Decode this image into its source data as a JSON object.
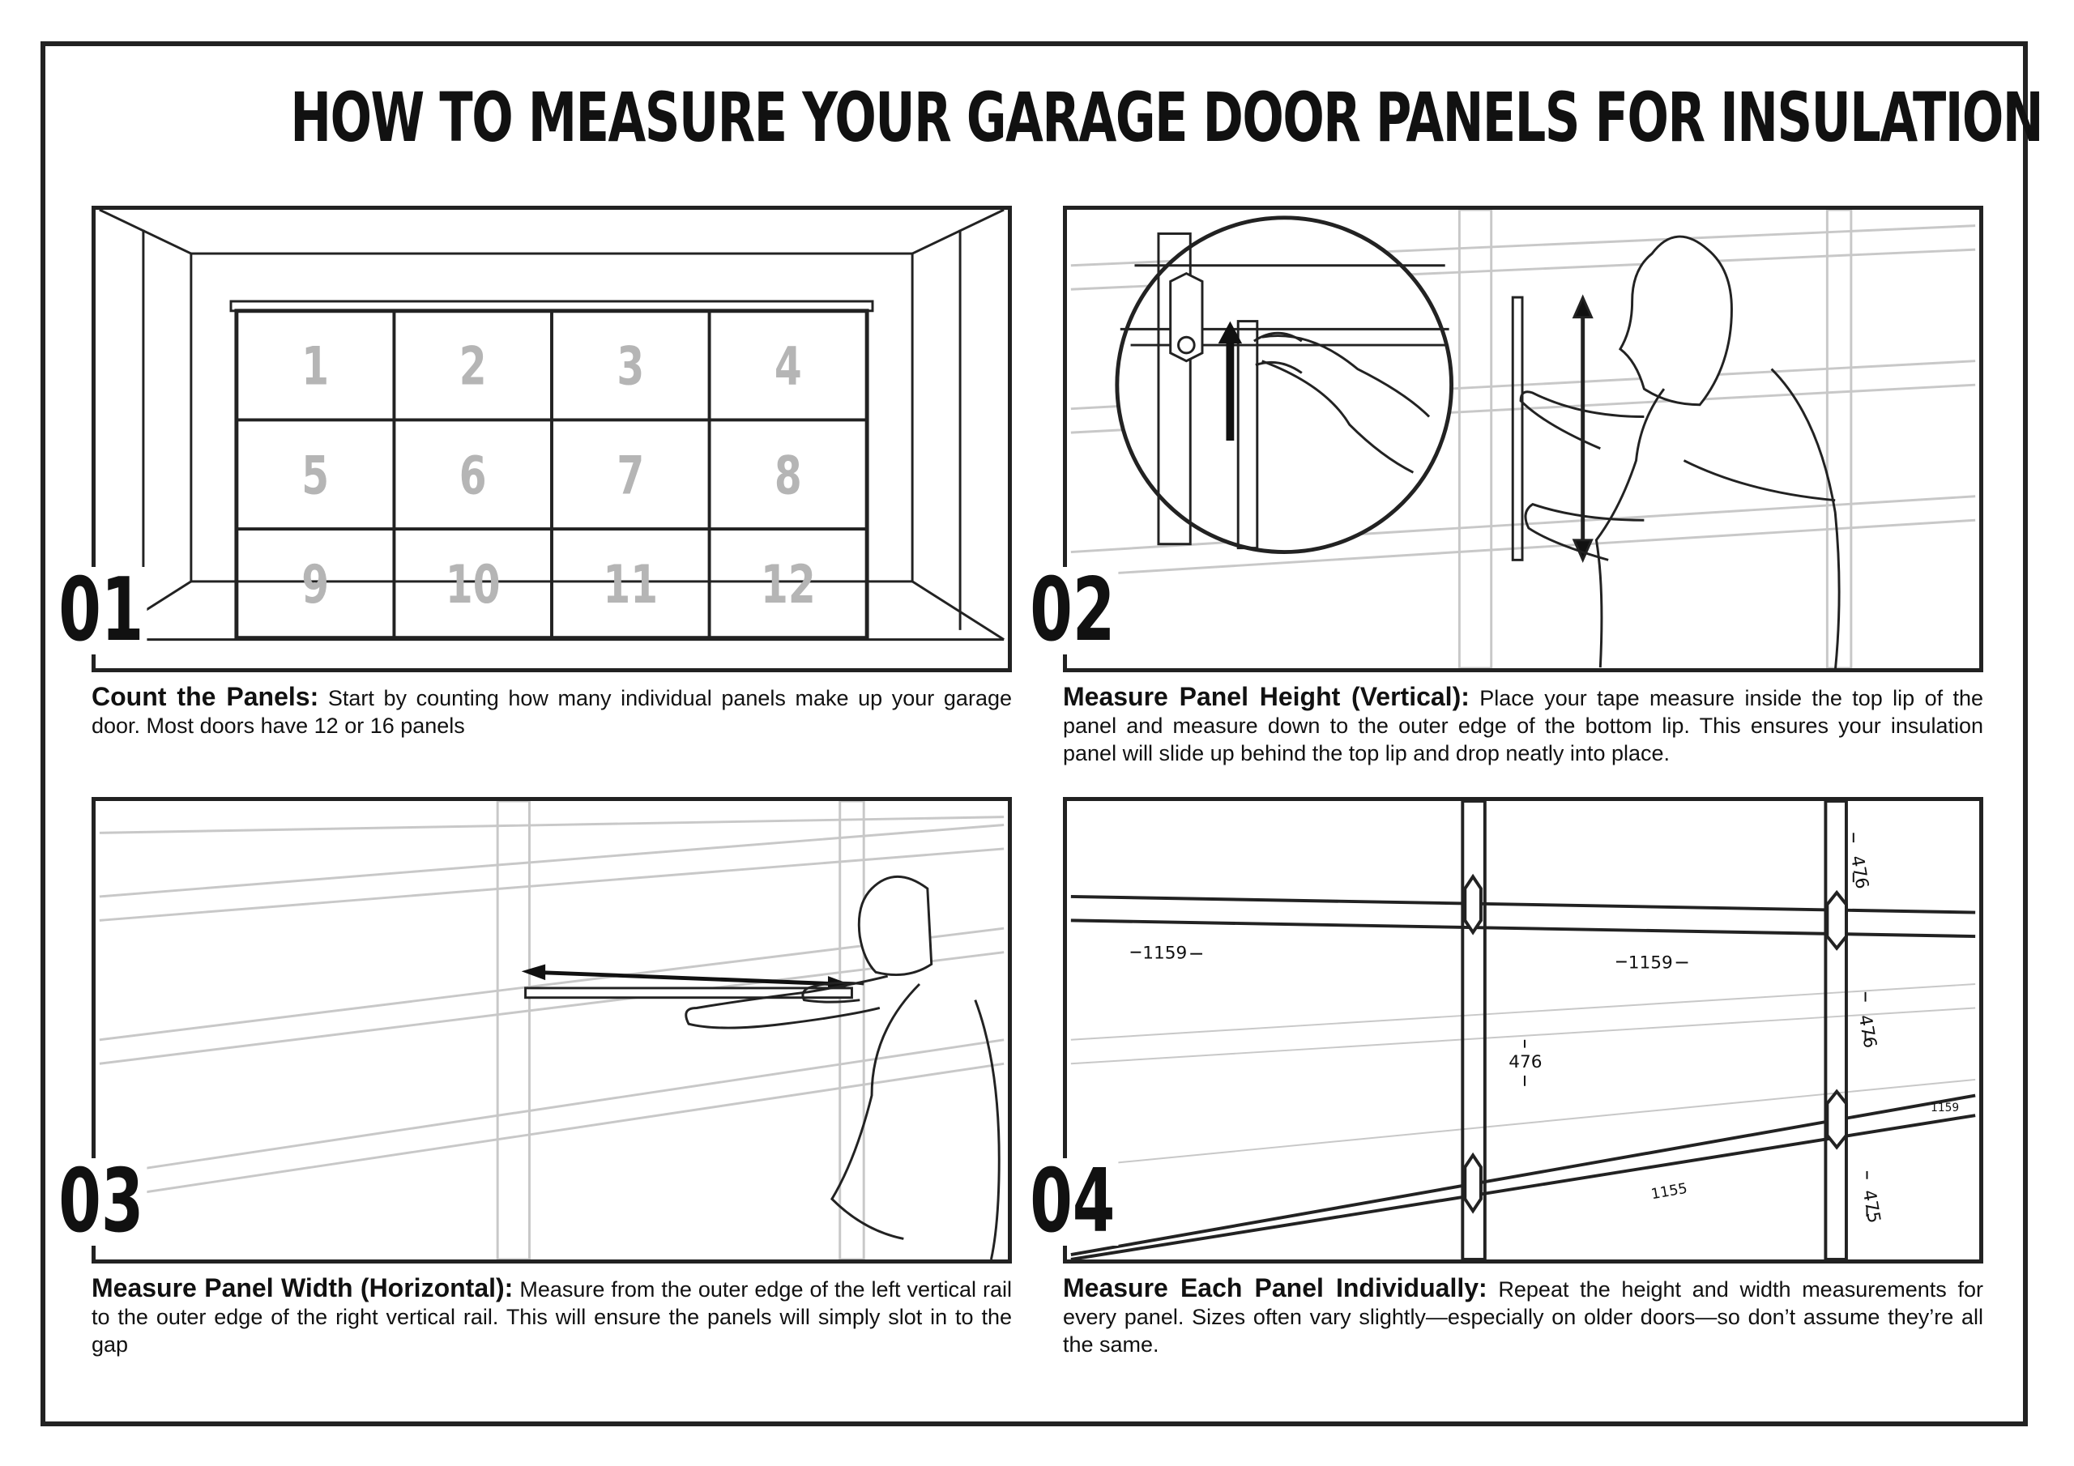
{
  "title": "HOW TO MEASURE YOUR GARAGE DOOR PANELS FOR INSULATION",
  "steps": [
    {
      "number": "01",
      "heading": "Count the Panels:",
      "body": "Start by counting how many individual panels make up your garage door. Most doors have 12 or 16 panels",
      "panel_numbers": [
        "1",
        "2",
        "3",
        "4",
        "5",
        "6",
        "7",
        "8",
        "9",
        "10",
        "11",
        "12"
      ]
    },
    {
      "number": "02",
      "heading": "Measure Panel Height (Vertical):",
      "body": "Place your tape measure inside the top lip of the panel and measure down to the outer edge of the bottom lip. This ensures your insulation panel will slide up behind the top lip and drop neatly into place."
    },
    {
      "number": "03",
      "heading": "Measure Panel Width (Horizontal):",
      "body": "Measure from the outer edge of the left vertical rail to the outer edge of the right vertical rail. This will ensure the panels will simply slot in to the gap"
    },
    {
      "number": "04",
      "heading": "Measure Each Panel Individually:",
      "body": "Repeat the height and width measurements for every panel. Sizes often vary slightly—especially on older doors—so don’t assume they’re all the same.",
      "annotations": [
        "1159",
        "1159",
        "476",
        "476",
        "476",
        "1159",
        "1155",
        "475"
      ]
    }
  ]
}
